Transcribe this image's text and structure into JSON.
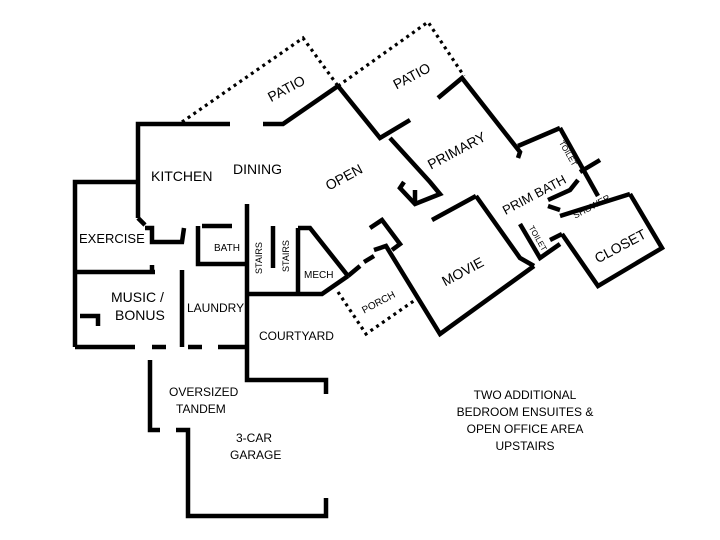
{
  "rooms": {
    "kitchen": "KITCHEN",
    "dining": "DINING",
    "open": "OPEN",
    "primary": "PRIMARY",
    "patio_left": "PATIO",
    "patio_right": "PATIO",
    "prim_bath": "PRIM BATH",
    "toilet_upper": "TOILET",
    "shower": "SHOWER",
    "toilet_lower": "TOILET",
    "closet": "CLOSET",
    "exercise": "EXERCISE",
    "bath": "BATH",
    "stairs_1": "STAIRS",
    "stairs_2": "STAIRS",
    "mech": "MECH",
    "movie": "MOVIE",
    "porch": "PORCH",
    "music_line1": "MUSIC /",
    "music_line2": "BONUS",
    "laundry": "LAUNDRY",
    "courtyard": "COURTYARD",
    "tandem_line1": "OVERSIZED",
    "tandem_line2": "TANDEM",
    "garage_line1": "3-CAR",
    "garage_line2": "GARAGE"
  },
  "note": {
    "line1": "TWO ADDITIONAL",
    "line2": "BEDROOM ENSUITES &",
    "line3": "OPEN OFFICE AREA",
    "line4": "UPSTAIRS"
  }
}
